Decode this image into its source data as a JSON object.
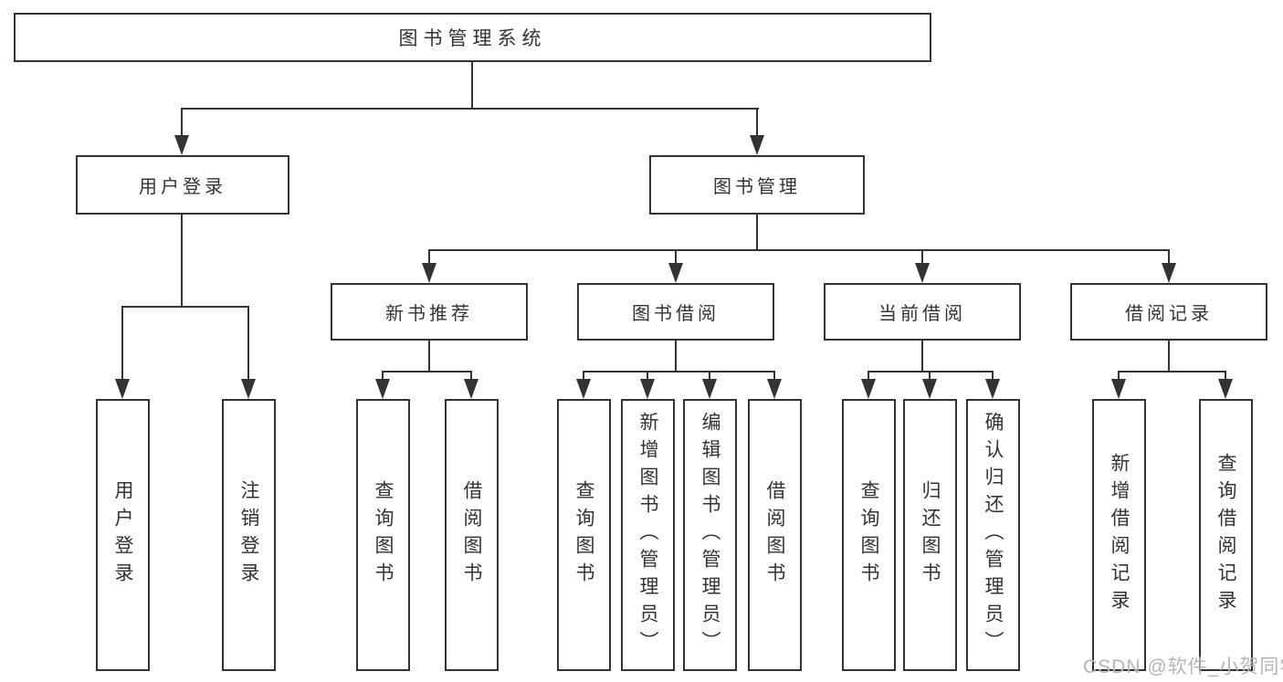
{
  "title": "图书管理系统",
  "colors": {
    "line": "#333333",
    "text": "#333333",
    "background": "#ffffff",
    "watermark": "#b5b5b5"
  },
  "diagram": {
    "root": {
      "label": "图书管理系统"
    },
    "level2": [
      {
        "label": "用户登录"
      },
      {
        "label": "图书管理"
      }
    ],
    "level3": [
      {
        "label": "新书推荐"
      },
      {
        "label": "图书借阅"
      },
      {
        "label": "当前借阅"
      },
      {
        "label": "借阅记录"
      }
    ],
    "leaves": {
      "user_login": [
        {
          "label": "用户登录"
        },
        {
          "label": "注销登录"
        }
      ],
      "new_book_recommend": [
        {
          "label": "查询图书"
        },
        {
          "label": "借阅图书"
        }
      ],
      "book_borrow": [
        {
          "label": "查询图书"
        },
        {
          "label": "新增图书（管理员）"
        },
        {
          "label": "编辑图书（管理员）"
        },
        {
          "label": "借阅图书"
        }
      ],
      "current_borrow": [
        {
          "label": "查询图书"
        },
        {
          "label": "归还图书"
        },
        {
          "label": "确认归还（管理员）"
        }
      ],
      "borrow_record": [
        {
          "label": "新增借阅记录"
        },
        {
          "label": "查询借阅记录"
        }
      ]
    }
  },
  "watermark": {
    "text": "CSDN @软件_小贺同学"
  }
}
